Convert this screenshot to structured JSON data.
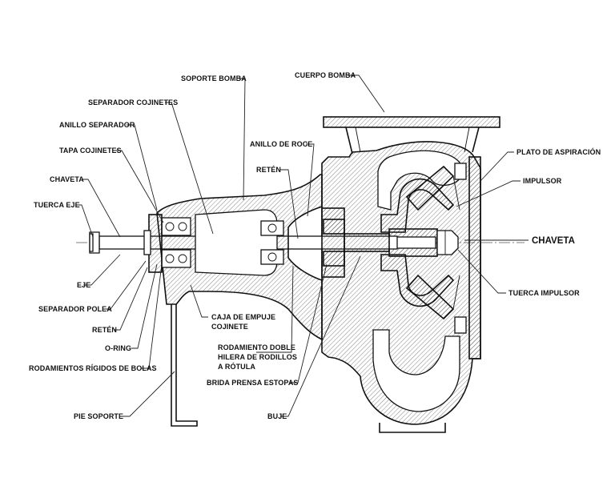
{
  "labels": {
    "cuerpo_bomba": "CUERPO BOMBA",
    "soporte_bomba": "SOPORTE BOMBA",
    "separador_cojinetes": "SEPARADOR COJINETES",
    "anillo_separador": "ANILLO SEPARADOR",
    "tapa_cojinetes": "TAPA COJINETES",
    "chaveta_left": "CHAVETA",
    "tuerca_eje": "TUERCA EJE",
    "eje": "EJE",
    "separador_polea": "SEPARADOR POLEA",
    "reten_left": "RETÉN",
    "o_ring": "O-RING",
    "rodamientos_rigidos": "RODAMIENTOS RÍGIDOS DE BOLAS",
    "pie_soporte": "PIE SOPORTE",
    "anillo_roce": "ANILLO DE ROCE",
    "reten_center": "RETÉN",
    "caja_empuje_1": "CAJA DE EMPUJE",
    "caja_empuje_2": "COJINETE",
    "rodamiento_doble_1": "RODAMIENTO DOBLE",
    "rodamiento_doble_2": "HILERA DE RODILLOS",
    "rodamiento_doble_3": "A RÓTULA",
    "brida_prensa": "BRIDA PRENSA ESTOPAS",
    "buje": "BUJE",
    "plato_aspiracion": "PLATO DE ASPIRACIÓN",
    "impulsor": "IMPULSOR",
    "chaveta_right": "CHAVETA",
    "tuerca_impulsor": "TUERCA IMPULSOR"
  }
}
